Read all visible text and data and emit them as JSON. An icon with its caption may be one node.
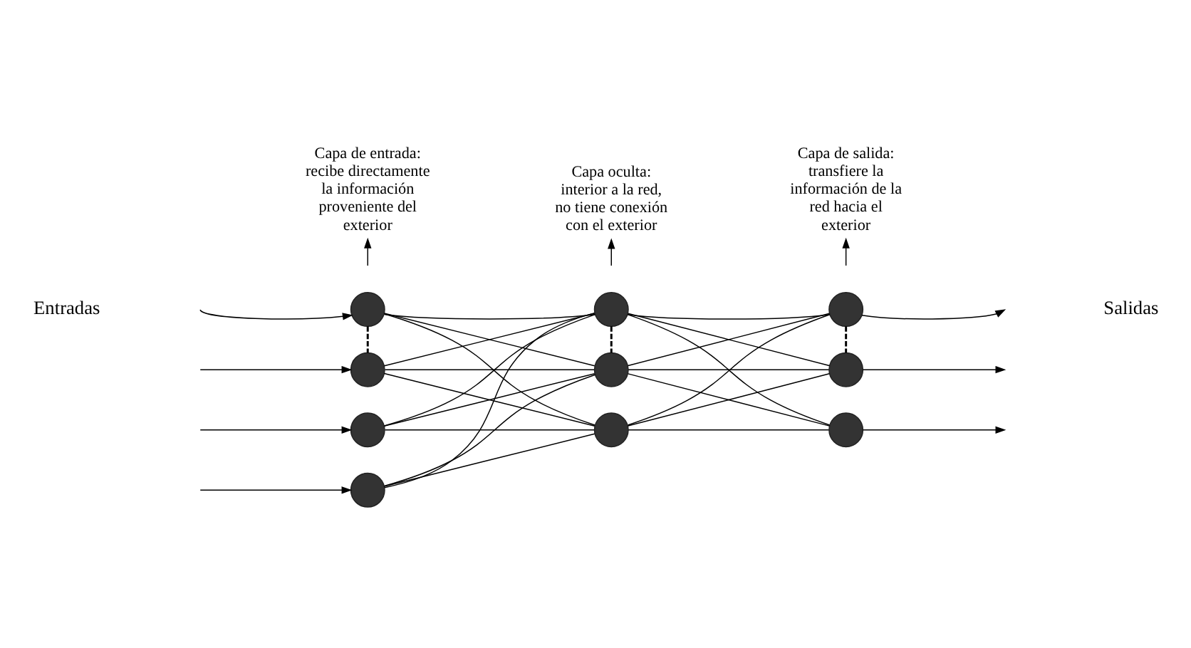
{
  "diagram": {
    "nodes": [
      {
        "text": [],
        "shape": "circle"
      },
      {
        "text": [],
        "shape": "circle"
      },
      {
        "text": [],
        "shape": "circle"
      },
      {
        "text": [],
        "shape": "circle"
      },
      {
        "text": [],
        "shape": "circle"
      },
      {
        "text": [],
        "shape": "circle"
      },
      {
        "text": [],
        "shape": "circle"
      },
      {
        "text": [],
        "shape": "circle"
      },
      {
        "text": [],
        "shape": "circle"
      },
      {
        "text": [],
        "shape": "circle"
      },
      {
        "text": [
          "Capa de entrada: recibe directamente la información proveniente del exterior"
        ]
      },
      {
        "text": [
          "Capa oculta: interior a la red, no tiene conexión con el exterior"
        ]
      },
      {
        "text": [
          "Capa de salida: transfiere la información de la red hacia el exterior"
        ]
      }
    ],
    "edges": [
      {
        "from": null,
        "to": 0,
        "arrow": "to"
      },
      {
        "from": null,
        "to": 1,
        "arrow": "to"
      },
      {
        "from": null,
        "to": 2,
        "arrow": "to"
      },
      {
        "from": null,
        "to": 3,
        "arrow": "to"
      },
      {
        "from": 0,
        "to": 1,
        "arrow": "none",
        "style": "dashed"
      },
      {
        "from": 4,
        "to": 5,
        "arrow": "none",
        "style": "dashed"
      },
      {
        "from": 7,
        "to": 8,
        "arrow": "none",
        "style": "dashed"
      },
      {
        "from": 0,
        "to": 4,
        "arrow": "none"
      },
      {
        "from": 0,
        "to": 5,
        "arrow": "none"
      },
      {
        "from": 0,
        "to": 6,
        "arrow": "none"
      },
      {
        "from": 1,
        "to": 4,
        "arrow": "none"
      },
      {
        "from": 1,
        "to": 5,
        "arrow": "none"
      },
      {
        "from": 1,
        "to": 6,
        "arrow": "none"
      },
      {
        "from": 2,
        "to": 4,
        "arrow": "none"
      },
      {
        "from": 2,
        "to": 5,
        "arrow": "none"
      },
      {
        "from": 2,
        "to": 6,
        "arrow": "none"
      },
      {
        "from": 3,
        "to": 4,
        "arrow": "none"
      },
      {
        "from": 3,
        "to": 5,
        "arrow": "none"
      },
      {
        "from": 3,
        "to": 6,
        "arrow": "none"
      },
      {
        "from": 4,
        "to": 7,
        "arrow": "none"
      },
      {
        "from": 4,
        "to": 8,
        "arrow": "none"
      },
      {
        "from": 4,
        "to": 9,
        "arrow": "none"
      },
      {
        "from": 5,
        "to": 7,
        "arrow": "none"
      },
      {
        "from": 5,
        "to": 8,
        "arrow": "none"
      },
      {
        "from": 5,
        "to": 9,
        "arrow": "none"
      },
      {
        "from": 6,
        "to": 7,
        "arrow": "none"
      },
      {
        "from": 6,
        "to": 8,
        "arrow": "none"
      },
      {
        "from": 6,
        "to": 9,
        "arrow": "none"
      },
      {
        "from": 7,
        "to": null,
        "arrow": "to"
      },
      {
        "from": 8,
        "to": null,
        "arrow": "to"
      },
      {
        "from": 9,
        "to": null,
        "arrow": "to"
      },
      {
        "from": null,
        "to": 10,
        "arrow": "to"
      },
      {
        "from": null,
        "to": 11,
        "arrow": "to"
      },
      {
        "from": null,
        "to": 12,
        "arrow": "to"
      }
    ],
    "labels": [
      "Entradas",
      "Salidas"
    ]
  }
}
